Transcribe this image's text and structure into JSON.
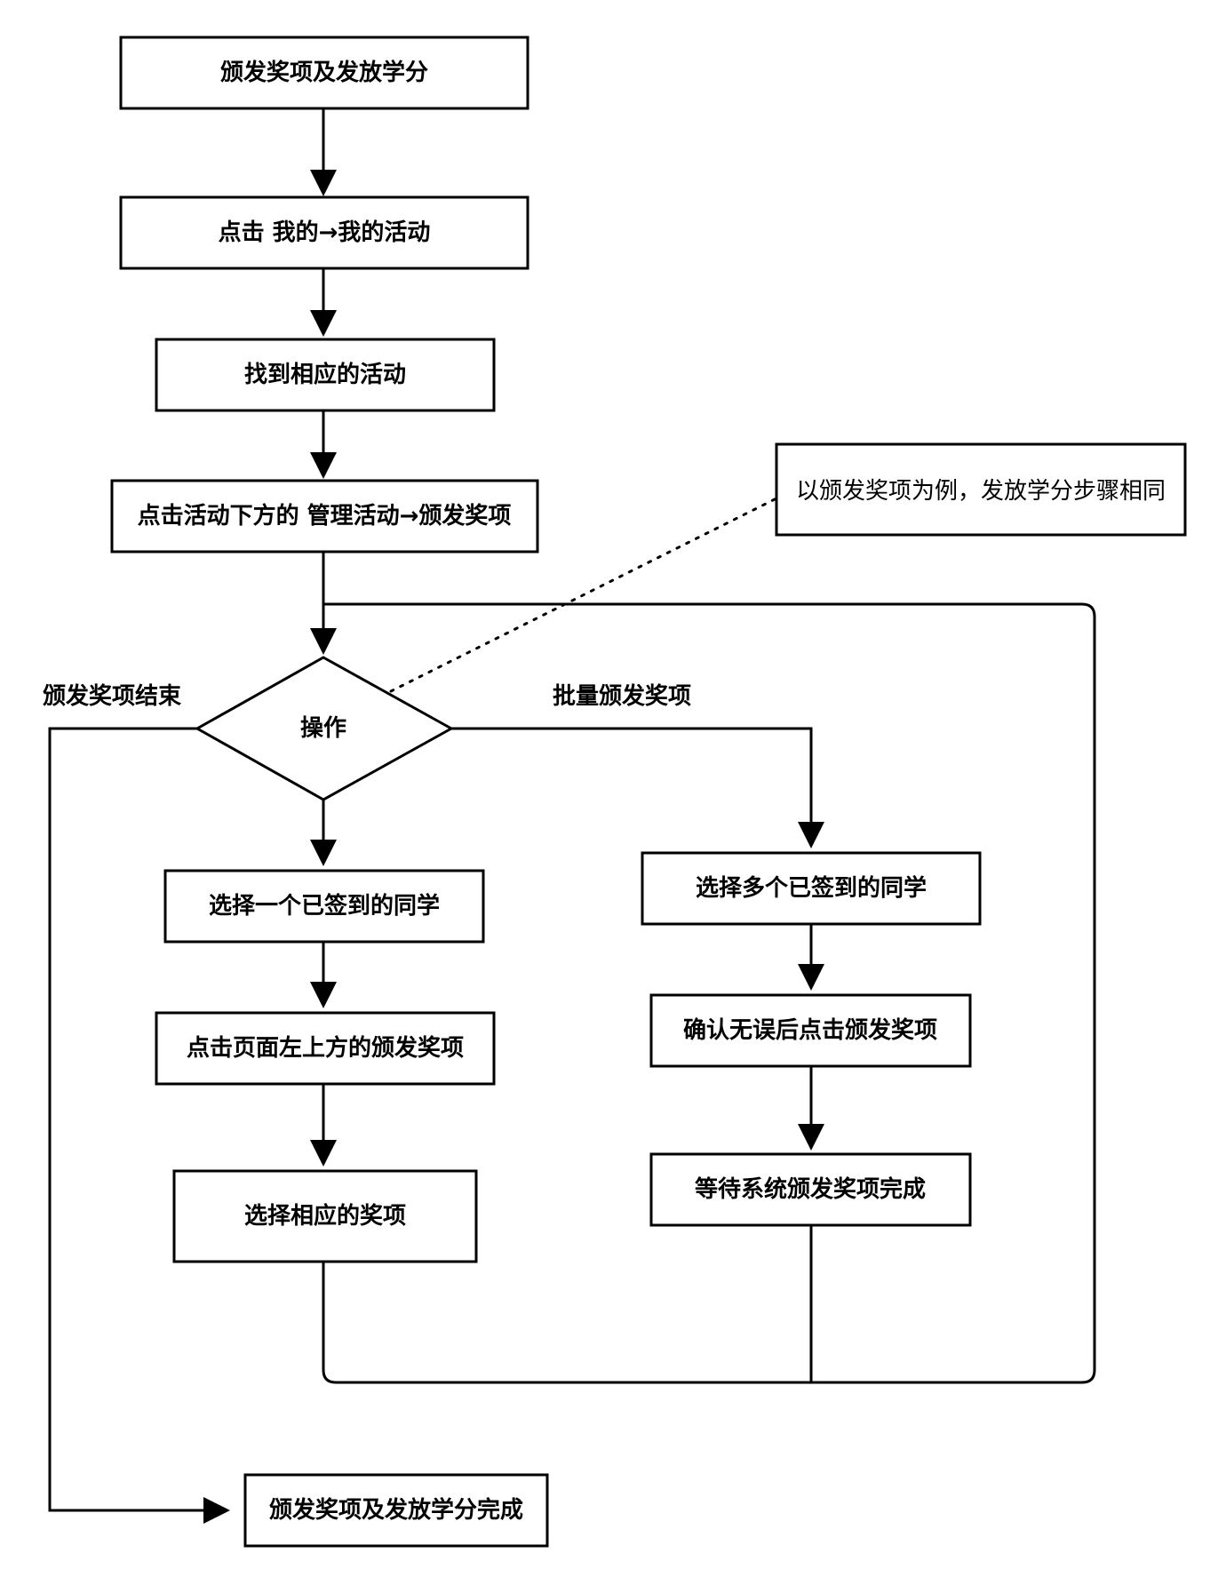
{
  "diagram": {
    "nodes": {
      "award_credits": "颁发奖项及发放学分",
      "click_my_activities": "点击 我的→我的活动",
      "find_activity": "找到相应的活动",
      "manage_award": "点击活动下方的  管理活动→颁发奖项",
      "operation": "操作",
      "select_one": "选择一个已签到的同学",
      "click_top_left": "点击页面左上方的颁发奖项",
      "select_award": "选择相应的奖项",
      "select_many": "选择多个已签到的同学",
      "confirm_click": "确认无误后点击颁发奖项",
      "wait_system": "等待系统颁发奖项完成",
      "complete": "颁发奖项及发放学分完成"
    },
    "note": "以颁发奖项为例，发放学分步骤相同",
    "edge_labels": {
      "end_branch": "颁发奖项结束",
      "batch_branch": "批量颁发奖项"
    },
    "colors": {
      "stroke": "#000000",
      "background": "#ffffff"
    }
  }
}
